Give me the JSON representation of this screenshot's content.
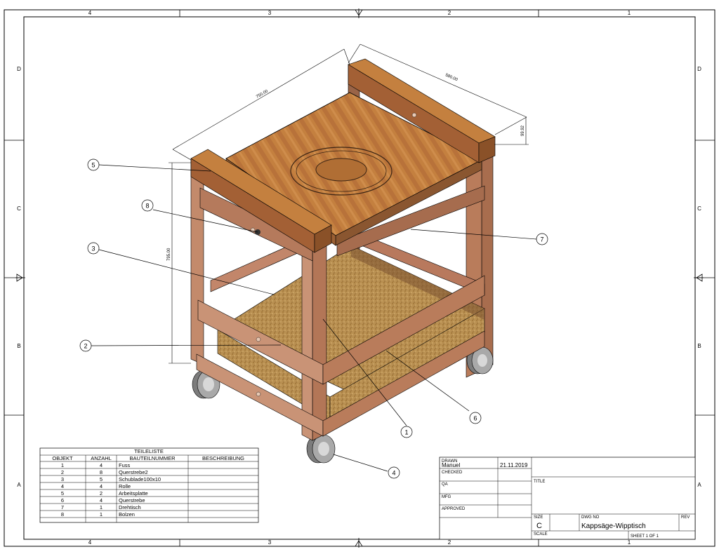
{
  "zones": {
    "columns": [
      "4",
      "3",
      "2",
      "1"
    ],
    "rows": [
      "D",
      "C",
      "B",
      "A"
    ]
  },
  "dimensions": {
    "length": "750.00",
    "width": "580.00",
    "height": "795.00",
    "end_board": "99.92"
  },
  "balloons": [
    "1",
    "2",
    "3",
    "4",
    "5",
    "6",
    "7",
    "8"
  ],
  "parts_list": {
    "title": "TEILELISTE",
    "headers": [
      "OBJEKT",
      "ANZAHL",
      "BAUTEILNUMMER",
      "BESCHREIBUNG"
    ],
    "rows": [
      {
        "objekt": "1",
        "anzahl": "4",
        "bauteil": "Fuss",
        "beschreibung": ""
      },
      {
        "objekt": "2",
        "anzahl": "8",
        "bauteil": "Querstrebe2",
        "beschreibung": ""
      },
      {
        "objekt": "3",
        "anzahl": "5",
        "bauteil": "Schublade100x10",
        "beschreibung": ""
      },
      {
        "objekt": "4",
        "anzahl": "4",
        "bauteil": "Rolle",
        "beschreibung": ""
      },
      {
        "objekt": "5",
        "anzahl": "2",
        "bauteil": "Arbeitsplatte",
        "beschreibung": ""
      },
      {
        "objekt": "6",
        "anzahl": "4",
        "bauteil": "Querstrebe",
        "beschreibung": ""
      },
      {
        "objekt": "7",
        "anzahl": "1",
        "bauteil": "Drehtisch",
        "beschreibung": ""
      },
      {
        "objekt": "8",
        "anzahl": "1",
        "bauteil": "Bolzen",
        "beschreibung": ""
      }
    ]
  },
  "title_block": {
    "drawn_label": "DRAWN",
    "drawn_by": "Manuel",
    "drawn_date": "21.11.2019",
    "checked_label": "CHECKED",
    "qa_label": "QA",
    "mfg_label": "MFG",
    "approved_label": "APPROVED",
    "title_label": "TITLE",
    "size_label": "SIZE",
    "size_value": "C",
    "dwg_no_label": "DWG NO",
    "dwg_no_value": "Kappsäge-Wipptisch",
    "rev_label": "REV",
    "scale_label": "SCALE",
    "sheet": "SHEET 1  OF 1"
  },
  "colors": {
    "wood_top": "#c07a3c",
    "wood_side": "#a86636",
    "frame": "#b5795a",
    "frame_dark": "#8a5a40",
    "osb": "#b99052",
    "wheel": "#8d8d8d"
  }
}
